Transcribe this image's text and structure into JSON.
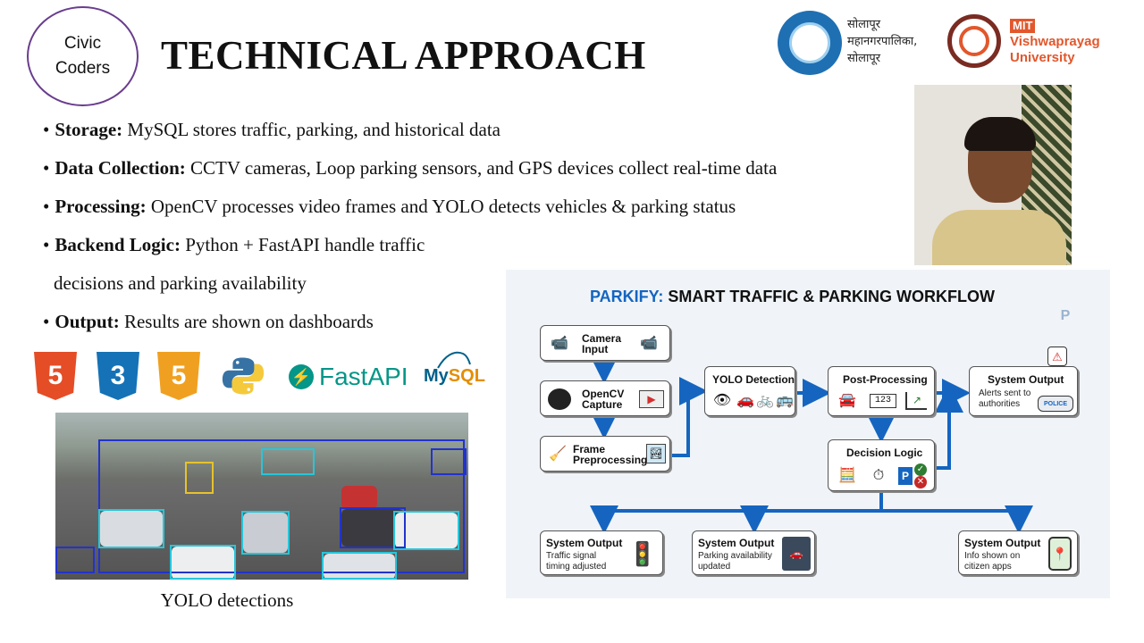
{
  "badge": {
    "line1": "Civic",
    "line2": "Coders"
  },
  "title": "TECHNICAL APPROACH",
  "logos": {
    "smc_lines": [
      "सोलापूर",
      "महानगरपालिका,",
      "सोलापूर"
    ],
    "mit_label": "MIT",
    "mit_lines": [
      "Vishwaprayag",
      "University"
    ]
  },
  "bullets": [
    {
      "label": "Storage:",
      "text": " MySQL stores traffic, parking, and historical data"
    },
    {
      "label": "Data Collection:",
      "text": " CCTV cameras, Loop  parking sensors, and GPS   devices collect real-time data"
    },
    {
      "label": "Processing:",
      "text": " OpenCV processes video frames and YOLO detects vehicles & parking  status"
    },
    {
      "label": "Backend Logic:",
      "text": " Python + FastAPI handle traffic"
    },
    {
      "label": "",
      "text": "decisions and parking availability"
    },
    {
      "label": "Output:",
      "text": " Results are shown on dashboards"
    }
  ],
  "tech_logos": {
    "html": "5",
    "css": "3",
    "js": "5",
    "fastapi": "FastAPI",
    "mysql_my": "My",
    "mysql_sql": "SQL"
  },
  "photo_caption": "YOLO detections",
  "diagram": {
    "brand": "PARKIFY:",
    "title": " SMART TRAFFIC & PARKING WORKFLOW",
    "nodes": {
      "camera": {
        "l1": "Camera",
        "l2": "Input"
      },
      "opencv": {
        "l1": "OpenCV",
        "l2": "Capture"
      },
      "frame": {
        "l1": "Frame",
        "l2": "Preprocessing"
      },
      "yolo": {
        "l1": "YOLO Detection"
      },
      "post": {
        "l1": "Post-Processing"
      },
      "sys_top": {
        "l1": "System Output",
        "s1": "Alerts sent to",
        "s2": "authorities"
      },
      "decision": {
        "l1": "Decision Logic"
      },
      "out1": {
        "l1": "System Output",
        "s1": "Traffic signal",
        "s2": "timing adjusted"
      },
      "out2": {
        "l1": "System Output",
        "s1": "Parking availability",
        "s2": "updated"
      },
      "out3": {
        "l1": "System Output",
        "s1": "Info shown on",
        "s2": "citizen apps"
      }
    },
    "tiny_digits": "123",
    "police": "POLICE"
  },
  "colors": {
    "arrow": "#1565c0",
    "brand": "#1565c0",
    "badge_border": "#6a3d8e",
    "mit_orange": "#e2572c"
  }
}
